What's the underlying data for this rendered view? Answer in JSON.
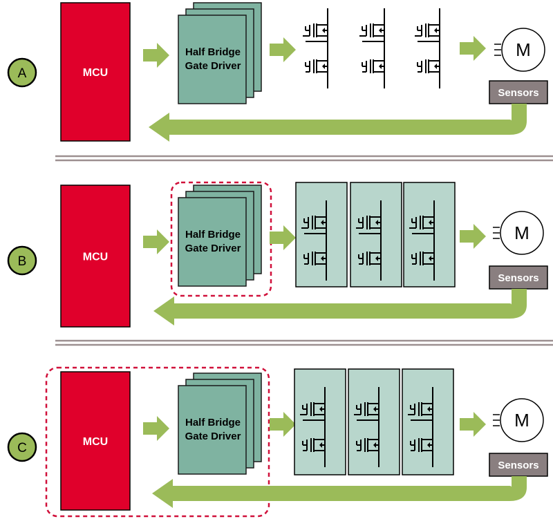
{
  "rows": [
    {
      "badge": "A",
      "mcu_label": "MCU",
      "driver_label_line1": "Half Bridge",
      "driver_label_line2": "Gate Driver",
      "motor_label": "M",
      "sensors_label": "Sensors",
      "driver_highlighted": false,
      "mcu_highlighted": false,
      "fet_boards": false
    },
    {
      "badge": "B",
      "mcu_label": "MCU",
      "driver_label_line1": "Half Bridge",
      "driver_label_line2": "Gate Driver",
      "motor_label": "M",
      "sensors_label": "Sensors",
      "driver_highlighted": true,
      "mcu_highlighted": false,
      "fet_boards": true
    },
    {
      "badge": "C",
      "mcu_label": "MCU",
      "driver_label_line1": "Half Bridge",
      "driver_label_line2": "Gate Driver",
      "motor_label": "M",
      "sensors_label": "Sensors",
      "driver_highlighted": false,
      "mcu_highlighted": true,
      "fet_boards": true
    }
  ],
  "colors": {
    "mcu": "#e0002b",
    "driver": "#7fb3a1",
    "driver_edge": "#1a1a1a",
    "arrow": "#9bbb59",
    "badge_fill": "#9bbb59",
    "sensors": "#8a7f80",
    "board": "#b8d6cc",
    "highlight": "#d0103a",
    "divider": "#9c8f90"
  }
}
